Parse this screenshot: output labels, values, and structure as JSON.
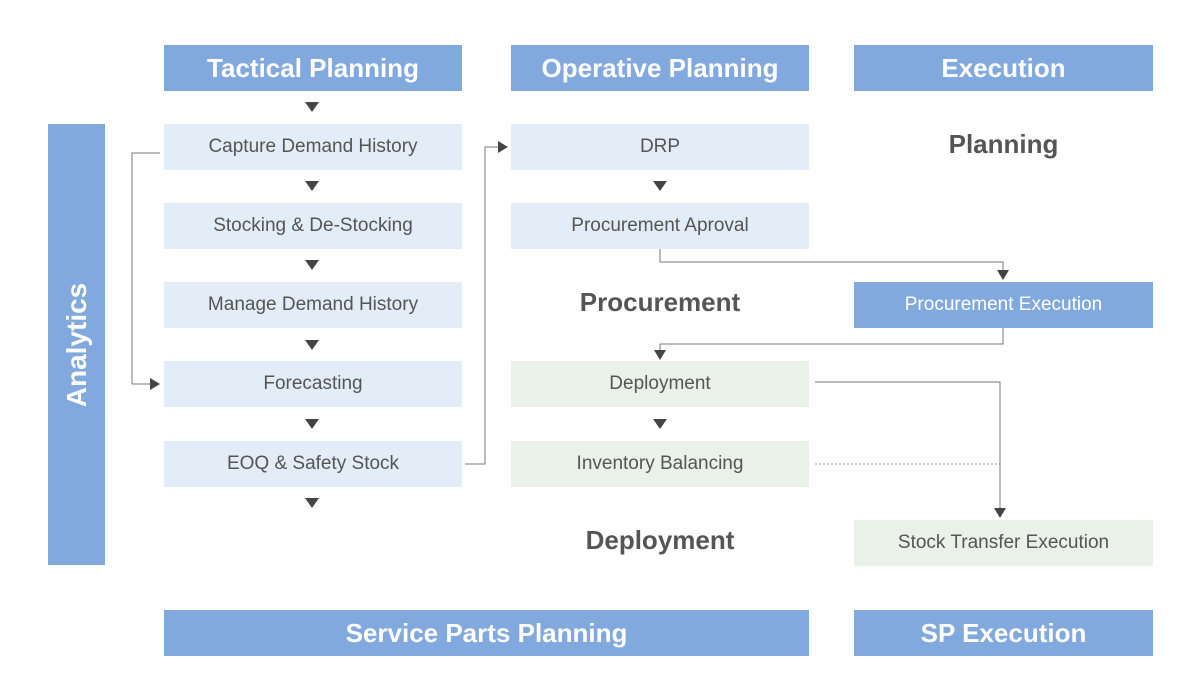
{
  "headers": {
    "tactical": "Tactical Planning",
    "operative": "Operative Planning",
    "execution": "Execution"
  },
  "sidebar": {
    "label": "Analytics"
  },
  "tactical_steps": [
    "Capture Demand History",
    "Stocking & De-Stocking",
    "Manage Demand History",
    "Forecasting",
    "EOQ & Safety Stock"
  ],
  "operative_steps": {
    "drp": "DRP",
    "procurement_approval": "Procurement Aproval",
    "deployment": "Deployment",
    "inventory_balancing": "Inventory Balancing"
  },
  "execution_steps": {
    "procurement_execution": "Procurement Execution",
    "stock_transfer_execution": "Stock Transfer Execution"
  },
  "section_labels": {
    "planning": "Planning",
    "procurement": "Procurement",
    "deployment": "Deployment"
  },
  "footers": {
    "service_parts_planning": "Service Parts Planning",
    "sp_execution": "SP Execution"
  },
  "colors": {
    "header_blue": "#81a9de",
    "step_light_blue": "#e3edf8",
    "step_light_green": "#eaf1e8",
    "text_gray": "#555555",
    "connector": "#666666"
  }
}
